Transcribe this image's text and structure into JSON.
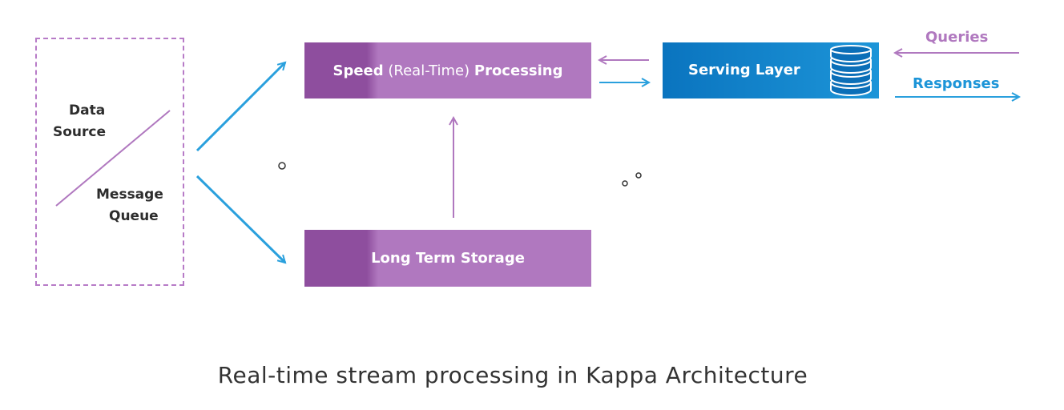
{
  "data_source": {
    "line1": "Data",
    "line2": "Source"
  },
  "message_queue": {
    "line1": "Message",
    "line2": "Queue"
  },
  "speed_processing": {
    "bold_a": "Speed",
    "light": "(Real-Time)",
    "bold_b": "Processing"
  },
  "long_term_storage": {
    "label": "Long Term Storage"
  },
  "serving_layer": {
    "label": "Serving Layer"
  },
  "queries_label": "Queries",
  "responses_label": "Responses",
  "caption": "Real-time stream processing in Kappa Architecture",
  "colors": {
    "purple": "#b078bf",
    "purple_dark": "#8e4e9e",
    "blue": "#1d95d8",
    "blue_dark": "#0a74bf",
    "dashed_border": "#b77bc7"
  }
}
